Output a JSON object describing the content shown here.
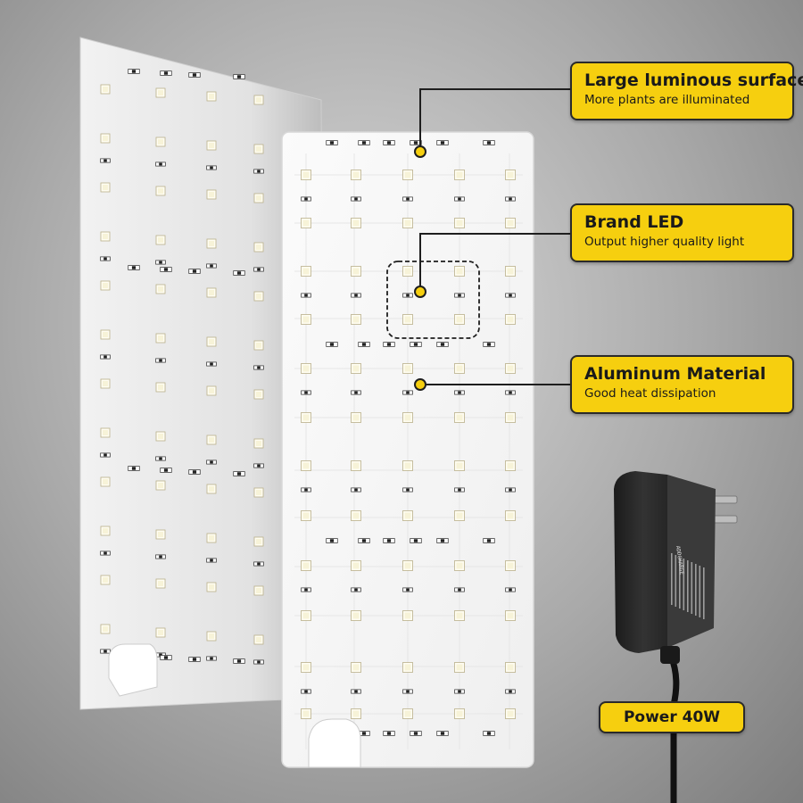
{
  "callouts": {
    "luminous": {
      "title": "Large luminous surface",
      "subtitle": "More plants are illuminated"
    },
    "led": {
      "title": "Brand LED",
      "subtitle": "Output higher quality light"
    },
    "aluminum": {
      "title": "Aluminum Material",
      "subtitle": "Good heat dissipation"
    },
    "power": {
      "title": "Power 40W"
    }
  },
  "adapter_label": "ADDCHARGE",
  "colors": {
    "callout_fill": "#f6cf0f",
    "callout_border": "#2a2a2a",
    "connector_line": "#1e1e1e",
    "panel_surface": "#f4f4f4",
    "adapter_body": "#2b2b2b"
  },
  "icons": {
    "led_light_panel": "led-panel",
    "power_adapter": "power-adapter"
  }
}
